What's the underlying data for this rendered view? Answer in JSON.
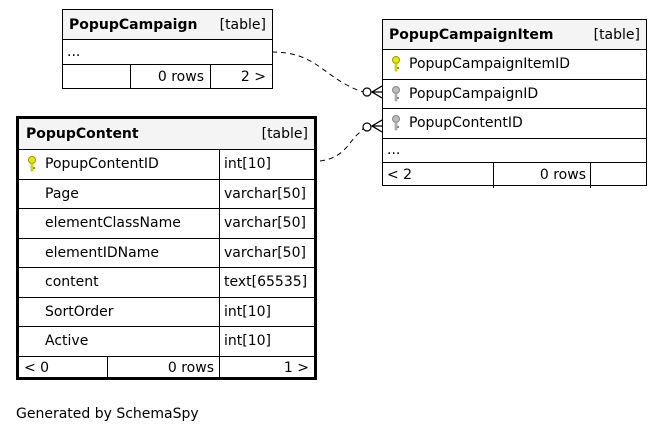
{
  "tables": {
    "popup_campaign": {
      "name": "PopupCampaign",
      "kind": "[table]",
      "ellipsis": "...",
      "footer": {
        "left": "",
        "rows": "0 rows",
        "right": "2 >"
      }
    },
    "popup_campaign_item": {
      "name": "PopupCampaignItem",
      "kind": "[table]",
      "columns": [
        {
          "name": "PopupCampaignItemID",
          "key": "primary"
        },
        {
          "name": "PopupCampaignID",
          "key": "foreign"
        },
        {
          "name": "PopupContentID",
          "key": "foreign"
        }
      ],
      "ellipsis": "...",
      "footer": {
        "left": "< 2",
        "rows": "0 rows",
        "right": ""
      }
    },
    "popup_content": {
      "name": "PopupContent",
      "kind": "[table]",
      "columns": [
        {
          "name": "PopupContentID",
          "type": "int[10]",
          "key": "primary"
        },
        {
          "name": "Page",
          "type": "varchar[50]"
        },
        {
          "name": "elementClassName",
          "type": "varchar[50]"
        },
        {
          "name": "elementIDName",
          "type": "varchar[50]"
        },
        {
          "name": "content",
          "type": "text[65535]"
        },
        {
          "name": "SortOrder",
          "type": "int[10]"
        },
        {
          "name": "Active",
          "type": "int[10]"
        }
      ],
      "footer": {
        "left": "< 0",
        "rows": "0 rows",
        "right": "1 >"
      }
    }
  },
  "colors": {
    "primary_key": "#e8e800",
    "foreign_key": "#aaaaaa",
    "header_bg": "#f4f4f4"
  },
  "footer_text": "Generated by SchemaSpy"
}
